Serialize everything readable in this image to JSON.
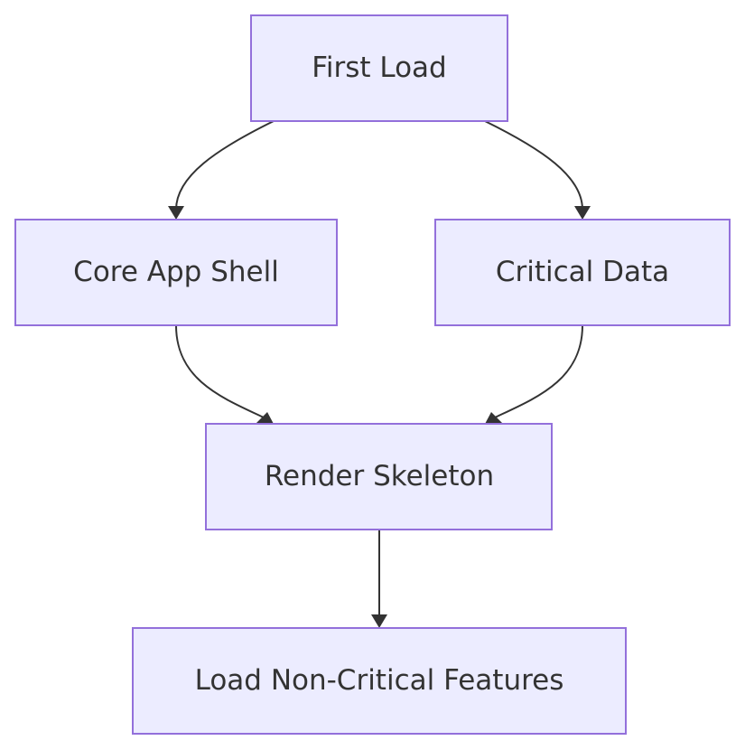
{
  "diagram": {
    "nodes": {
      "first_load": "First Load",
      "core_app_shell": "Core App Shell",
      "critical_data": "Critical Data",
      "render_skeleton": "Render Skeleton",
      "load_non_critical": "Load Non-Critical Features"
    },
    "edges": [
      {
        "from": "first_load",
        "to": "core_app_shell"
      },
      {
        "from": "first_load",
        "to": "critical_data"
      },
      {
        "from": "core_app_shell",
        "to": "render_skeleton"
      },
      {
        "from": "critical_data",
        "to": "render_skeleton"
      },
      {
        "from": "render_skeleton",
        "to": "load_non_critical"
      }
    ],
    "colors": {
      "node_fill": "#ececff",
      "node_stroke": "#9370db",
      "edge": "#333333",
      "text": "#333333"
    }
  }
}
